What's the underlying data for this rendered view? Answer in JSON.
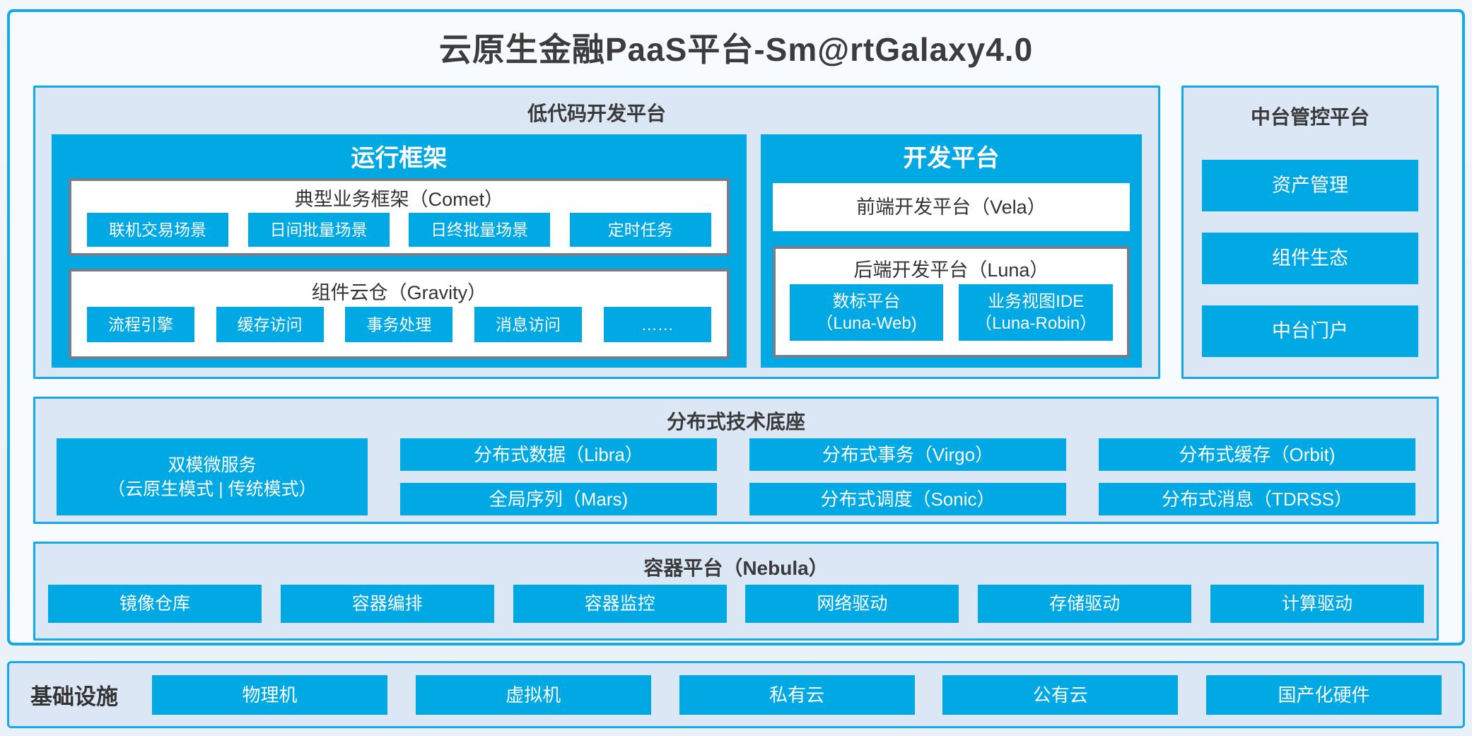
{
  "title": "云原生金融PaaS平台-Sm@rtGalaxy4.0",
  "colors": {
    "primary_blue": "#00a8e4",
    "border_blue": "#16a8e8",
    "section_bg": "#dbe7f5",
    "container_bg": "#f8fbfe",
    "gray_box_border": "#737f8d",
    "dark_text": "#3b3b3b",
    "white_text": "#ffffff"
  },
  "low_code": {
    "title": "低代码开发平台",
    "runtime": {
      "title": "运行框架",
      "comet": {
        "title": "典型业务框架（Comet）",
        "items": [
          "联机交易场景",
          "日间批量场景",
          "日终批量场景",
          "定时任务"
        ]
      },
      "gravity": {
        "title": "组件云仓（Gravity）",
        "items": [
          "流程引擎",
          "缓存访问",
          "事务处理",
          "消息访问",
          "……"
        ]
      }
    },
    "dev": {
      "title": "开发平台",
      "vela": "前端开发平台（Vela）",
      "luna": {
        "title": "后端开发平台（Luna）",
        "items": [
          {
            "line1": "数标平台",
            "line2": "（Luna-Web)"
          },
          {
            "line1": "业务视图IDE",
            "line2": "（Luna-Robin）"
          }
        ]
      }
    }
  },
  "midend": {
    "title": "中台管控平台",
    "items": [
      "资产管理",
      "组件生态",
      "中台门户"
    ]
  },
  "distributed": {
    "title": "分布式技术底座",
    "dual_mode": {
      "line1": "双模微服务",
      "line2": "（云原生模式 | 传统模式）"
    },
    "row1": [
      "分布式数据（Libra）",
      "分布式事务（Virgo）",
      "分布式缓存（Orbit)"
    ],
    "row2": [
      "全局序列（Mars)",
      "分布式调度（Sonic）",
      "分布式消息（TDRSS）"
    ]
  },
  "container_platform": {
    "title": "容器平台（Nebula）",
    "items": [
      "镜像仓库",
      "容器编排",
      "容器监控",
      "网络驱动",
      "存储驱动",
      "计算驱动"
    ]
  },
  "infrastructure": {
    "title": "基础设施",
    "items": [
      "物理机",
      "虚拟机",
      "私有云",
      "公有云",
      "国产化硬件"
    ]
  }
}
